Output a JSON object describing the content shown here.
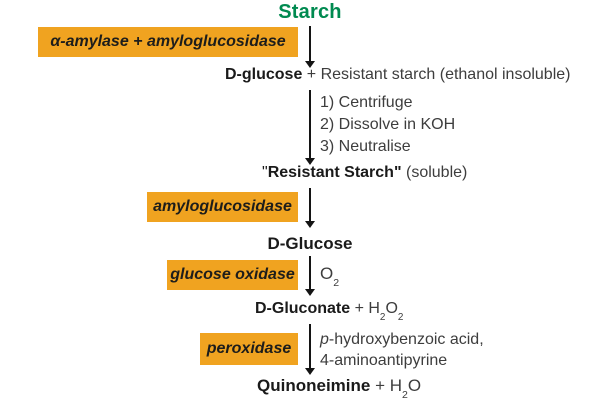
{
  "palette": {
    "green": "#008a50",
    "orange": "#f0a320",
    "blue": "#1c1ce0",
    "dark_text": "#1a1a1a",
    "gray_text": "#3d3d3d",
    "arrow": "#141414"
  },
  "title": "Starch",
  "enzyme_boxes": {
    "step1": "α-amylase + amyloglucosidase",
    "step2": "amyloglucosidase",
    "step3": "glucose oxidase",
    "step4": "peroxidase"
  },
  "products": {
    "p1": {
      "bold": "D-glucose",
      "rest": " + Resistant starch (ethanol insoluble)"
    },
    "p2": {
      "quote": "\"",
      "bold": "Resistant Starch\"",
      "rest": " (soluble)"
    },
    "p3": "D-Glucose",
    "p4": {
      "bold": "D-Gluconate",
      "plus": " + ",
      "f1": "H",
      "s1": "2",
      "f2": "O",
      "s2": "2"
    },
    "p5": {
      "bold": "Quinoneimine",
      "plus": " + ",
      "f1": "H",
      "s1": "2",
      "f2": "O"
    }
  },
  "arrow_labels": {
    "centrifuge_steps": [
      "1) Centrifuge",
      "2) Dissolve in KOH",
      "3) Neutralise"
    ],
    "oxygen": {
      "f": "O",
      "s": "2"
    },
    "reagents": {
      "italic": "p",
      "rest": "-hydroxybenzoic acid,",
      "line2": "4-aminoantipyrine"
    }
  }
}
